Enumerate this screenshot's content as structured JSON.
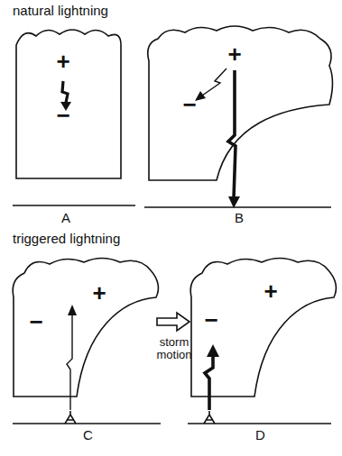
{
  "diagram": {
    "nodes": [
      {
        "text": [
          "+",
          "−"
        ]
      },
      {
        "text": [
          "+",
          "−"
        ]
      },
      {
        "text": [
          "−",
          "+"
        ]
      },
      {
        "text": [
          "−",
          "+"
        ]
      },
      {
        "text": [
          "storm motion"
        ]
      }
    ],
    "labels": [
      "natural lightning",
      "A",
      "B",
      "triggered lightning",
      "C",
      "D"
    ]
  }
}
